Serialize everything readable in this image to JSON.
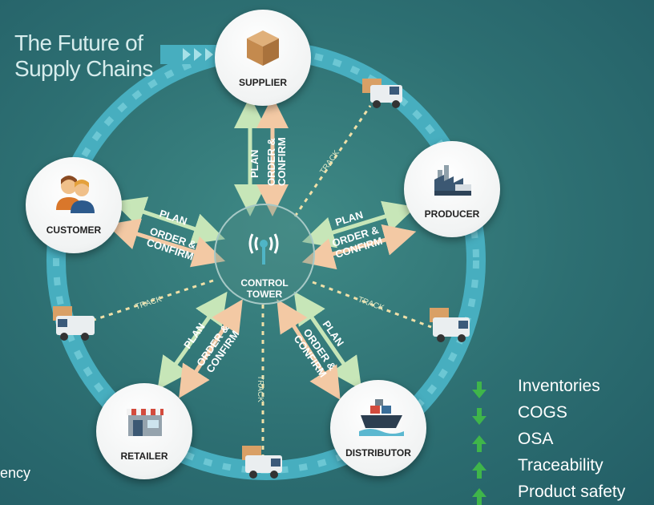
{
  "title": {
    "line1": "The Future of",
    "line2": "Supply Chains"
  },
  "nodes": {
    "supplier": "SUPPLIER",
    "producer": "PRODUCER",
    "distributor": "DISTRIBUTOR",
    "retailer": "RETAILER",
    "customer": "CUSTOMER",
    "tower_line1": "CONTROL",
    "tower_line2": "TOWER"
  },
  "links": {
    "plan": "PLAN",
    "order_line1": "ORDER &",
    "order_line2": "CONFIRM",
    "track": "TRACK"
  },
  "metrics": [
    {
      "label": "Inventories",
      "direction": "down"
    },
    {
      "label": "COGS",
      "direction": "down"
    },
    {
      "label": "OSA",
      "direction": "up"
    },
    {
      "label": "Traceability",
      "direction": "up"
    },
    {
      "label": "Product safety",
      "direction": "up"
    }
  ],
  "partial_text": "ency",
  "colors": {
    "plan": "#c7e6b8",
    "order": "#f3c9a4",
    "track": "#f0e0a8",
    "arrow": "#3fb54a",
    "ring": "#4fb5c6"
  }
}
